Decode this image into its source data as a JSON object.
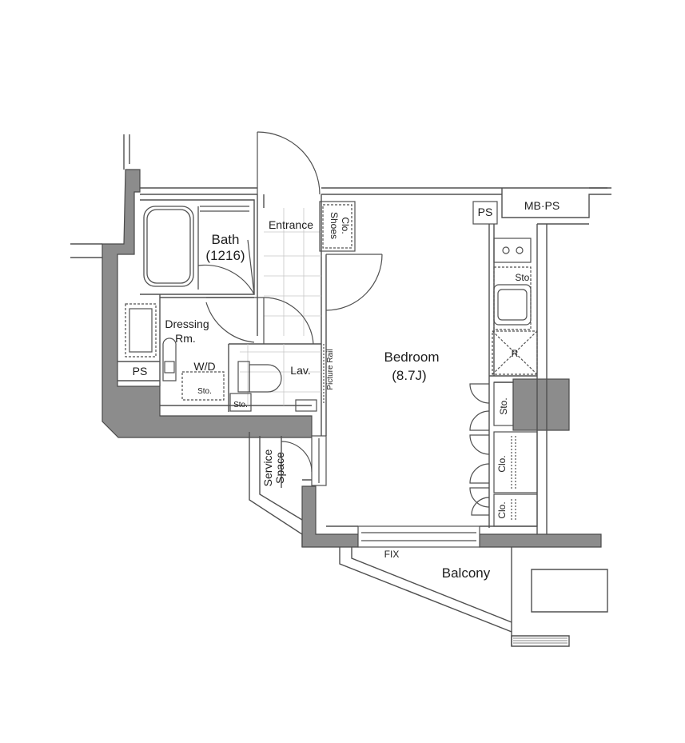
{
  "floorplan": {
    "rooms": {
      "bath": "Bath",
      "bath_size": "(1216)",
      "dressing": "Dressing",
      "dressing_rm": "Rm.",
      "entrance": "Entrance",
      "shoes": "Shoes",
      "shoes_clo": "Clo.",
      "bedroom": "Bedroom",
      "bedroom_size": "(8.7J)",
      "lav": "Lav.",
      "wd": "W/D",
      "balcony": "Balcony",
      "service": "Service",
      "service_space": "Space"
    },
    "labels": {
      "ps_top": "PS",
      "mb_ps": "MB·PS",
      "ps_left": "PS",
      "sto_kitchen": "Sto.",
      "refrigerator": "R",
      "picture_rail": "Picture Rail",
      "sto_wd": "Sto.",
      "sto_lav": "Sto.",
      "sto_closet": "Sto.",
      "clo_1": "Clo.",
      "clo_2": "Clo.",
      "fix": "FIX"
    }
  }
}
